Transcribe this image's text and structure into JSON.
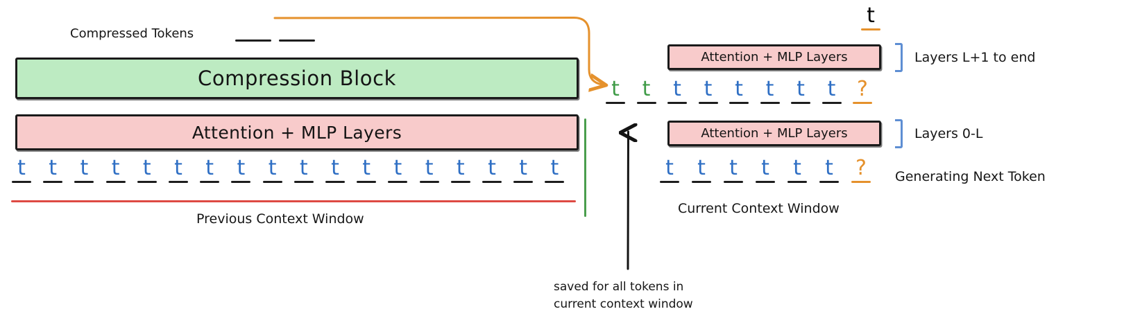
{
  "diagram": {
    "title": "KV-cache compression across context windows",
    "colors": {
      "green_fill": "#bdebc2",
      "pink_fill": "#f8cbcb",
      "token_blue": "#2f6fc4",
      "token_green": "#3f9b47",
      "token_orange": "#e5912c",
      "prev_window_rule": "#de4a43",
      "context_divider": "#4a9e4d",
      "bracket_blue": "#5e8ed3",
      "stroke": "#1a1a1a"
    }
  },
  "left_panel": {
    "compressed_tokens_label": "Compressed Tokens",
    "compressed_token_slots": 2,
    "compression_block_label": "Compression Block",
    "attention_block_label": "Attention + MLP Layers",
    "context_caption": "Previous Context Window",
    "tokens": [
      {
        "glyph": "t",
        "color": "blue"
      },
      {
        "glyph": "t",
        "color": "blue"
      },
      {
        "glyph": "t",
        "color": "blue"
      },
      {
        "glyph": "t",
        "color": "blue"
      },
      {
        "glyph": "t",
        "color": "blue"
      },
      {
        "glyph": "t",
        "color": "blue"
      },
      {
        "glyph": "t",
        "color": "blue"
      },
      {
        "glyph": "t",
        "color": "blue"
      },
      {
        "glyph": "t",
        "color": "blue"
      },
      {
        "glyph": "t",
        "color": "blue"
      },
      {
        "glyph": "t",
        "color": "blue"
      },
      {
        "glyph": "t",
        "color": "blue"
      },
      {
        "glyph": "t",
        "color": "blue"
      },
      {
        "glyph": "t",
        "color": "blue"
      },
      {
        "glyph": "t",
        "color": "blue"
      },
      {
        "glyph": "t",
        "color": "blue"
      },
      {
        "glyph": "t",
        "color": "blue"
      },
      {
        "glyph": "t",
        "color": "blue"
      }
    ]
  },
  "right_panel": {
    "output_token": {
      "glyph": "t",
      "color": "orange"
    },
    "upper_attention_block_label": "Attention + MLP Layers",
    "lower_attention_block_label": "Attention + MLP Layers",
    "upper_bracket_label": "Layers L+1 to end",
    "lower_bracket_label": "Layers 0-L",
    "generating_label": "Generating Next Token",
    "context_caption": "Current Context Window",
    "upper_tokens": [
      {
        "glyph": "t",
        "color": "green"
      },
      {
        "glyph": "t",
        "color": "green"
      },
      {
        "glyph": "t",
        "color": "blue"
      },
      {
        "glyph": "t",
        "color": "blue"
      },
      {
        "glyph": "t",
        "color": "blue"
      },
      {
        "glyph": "t",
        "color": "blue"
      },
      {
        "glyph": "t",
        "color": "blue"
      },
      {
        "glyph": "t",
        "color": "blue"
      },
      {
        "glyph": "?",
        "color": "orange"
      }
    ],
    "lower_tokens": [
      {
        "glyph": "t",
        "color": "blue"
      },
      {
        "glyph": "t",
        "color": "blue"
      },
      {
        "glyph": "t",
        "color": "blue"
      },
      {
        "glyph": "t",
        "color": "blue"
      },
      {
        "glyph": "t",
        "color": "blue"
      },
      {
        "glyph": "t",
        "color": "blue"
      },
      {
        "glyph": "?",
        "color": "orange"
      }
    ]
  },
  "annotations": {
    "saved_note": "saved for all tokens in\ncurrent context window"
  }
}
